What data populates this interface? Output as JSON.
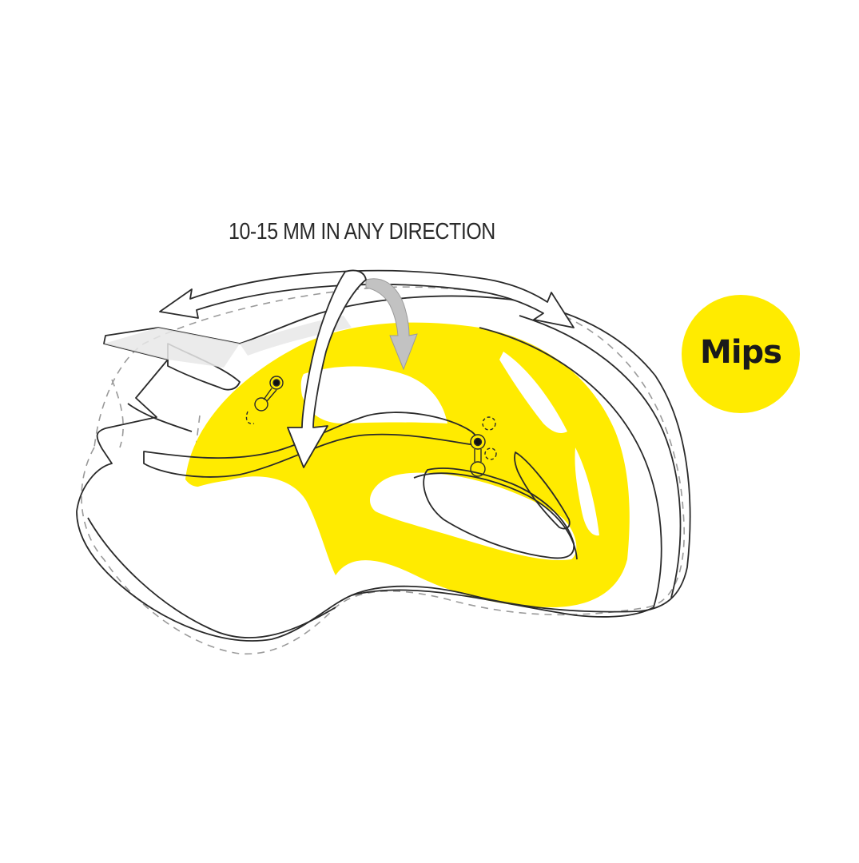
{
  "diagram": {
    "caption": "10-15 MM IN ANY DIRECTION",
    "badge_label": "Mips",
    "colors": {
      "background": "#FFFFFF",
      "mips_yellow": "#FFEB00",
      "outline": "#2a2a2a",
      "arrow_fill_white": "#FFFFFF",
      "arrow_fill_gray": "#BDBDBD",
      "shell_shade": "#E6E6E6",
      "badge_text": "#1A1A1A"
    },
    "elements": {
      "helmet": "bicycle-helmet-side-view",
      "low_friction_layer": "yellow-mips-liner",
      "motion_arrows": [
        "curved-double-arrow-horizontal",
        "rotation-arrow-white",
        "rotation-arrow-gray"
      ],
      "anchors": [
        "front-anchor-point",
        "rear-anchor-point"
      ]
    }
  }
}
